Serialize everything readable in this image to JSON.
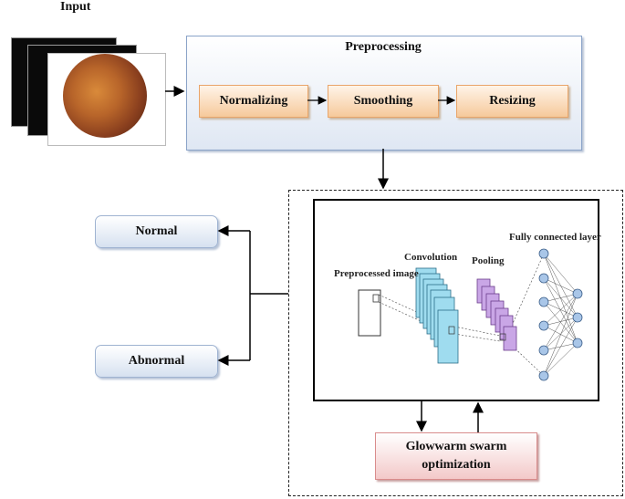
{
  "input_label": "Input",
  "preprocessing": {
    "title": "Preprocessing",
    "steps": [
      "Normalizing",
      "Smoothing",
      "Resizing"
    ]
  },
  "outputs": {
    "normal": "Normal",
    "abnormal": "Abnormal"
  },
  "cnn": {
    "preprocessed_image": "Preprocessed image",
    "convolution": "Convolution",
    "pooling": "Pooling",
    "fully_connected": "Fully connected layer"
  },
  "optimizer": {
    "line1": "Glowwarm swarm",
    "line2": "optimization"
  },
  "colors": {
    "preprocess_bg": "#dfe7f3",
    "step_fill": "#f6c99b",
    "output_fill": "#d6e1f0",
    "optimizer_fill": "#f3c9c9",
    "conv_fill": "#9fdcef",
    "pool_fill": "#c9a6e6",
    "fc_node": "#a9c6e8"
  }
}
